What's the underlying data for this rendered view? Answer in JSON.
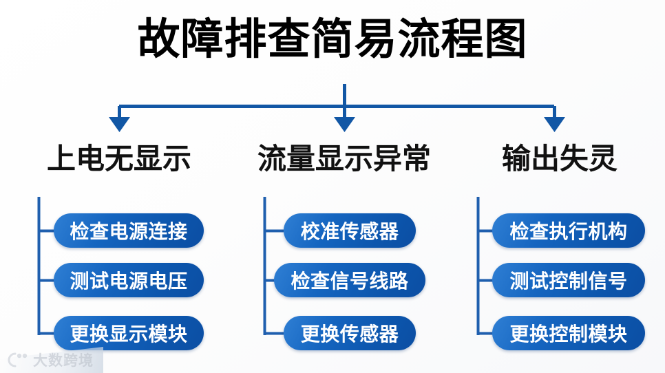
{
  "title": "故障排查简易流程图",
  "branches": [
    {
      "heading": "上电无显示",
      "steps": [
        "检查电源连接",
        "测试电源电压",
        "更换显示模块"
      ]
    },
    {
      "heading": "流量显示异常",
      "steps": [
        "校准传感器",
        "检查信号线路",
        "更换传感器"
      ]
    },
    {
      "heading": "输出失灵",
      "steps": [
        "检查执行机构",
        "测试控制信号",
        "更换控制模块"
      ]
    }
  ],
  "watermark": {
    "text": "大数跨境",
    "logo_icon": "circle-paw-logo-icon"
  },
  "colors": {
    "connector": "#1257a5",
    "pill_start": "#2f7fd4",
    "pill_end": "#0b4ea3",
    "title_text": "#000000",
    "pill_text": "#ffffff",
    "background": "#ffffff"
  }
}
